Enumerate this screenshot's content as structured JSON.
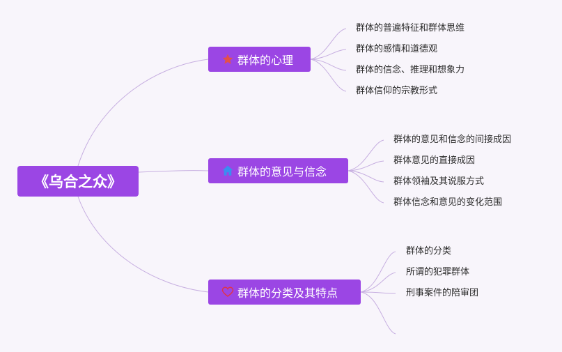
{
  "root": {
    "label": "《乌合之众》"
  },
  "branches": [
    {
      "label": "群体的心理",
      "icon": "star-icon",
      "icon_color": "#e4504a",
      "leaves": [
        "群体的普遍特征和群体思维",
        "群体的感情和道德观",
        "群体的信念、推理和想象力",
        "群体信仰的宗教形式"
      ]
    },
    {
      "label": "群体的意见与信念",
      "icon": "house-icon",
      "icon_color": "#3a8ef0",
      "leaves": [
        "群体的意见和信念的间接成因",
        "群体意见的直接成因",
        "群体领袖及其说服方式",
        "群体信念和意见的变化范围"
      ]
    },
    {
      "label": "群体的分类及其特点",
      "icon": "heart-icon",
      "icon_color": "#e0344a",
      "leaves": [
        "群体的分类",
        "所谓的犯罪群体",
        "刑事案件的陪审团",
        ""
      ]
    }
  ],
  "colors": {
    "node_fill": "#9b46e4",
    "line": "#c6aee0",
    "background": "#f8f5fb"
  }
}
